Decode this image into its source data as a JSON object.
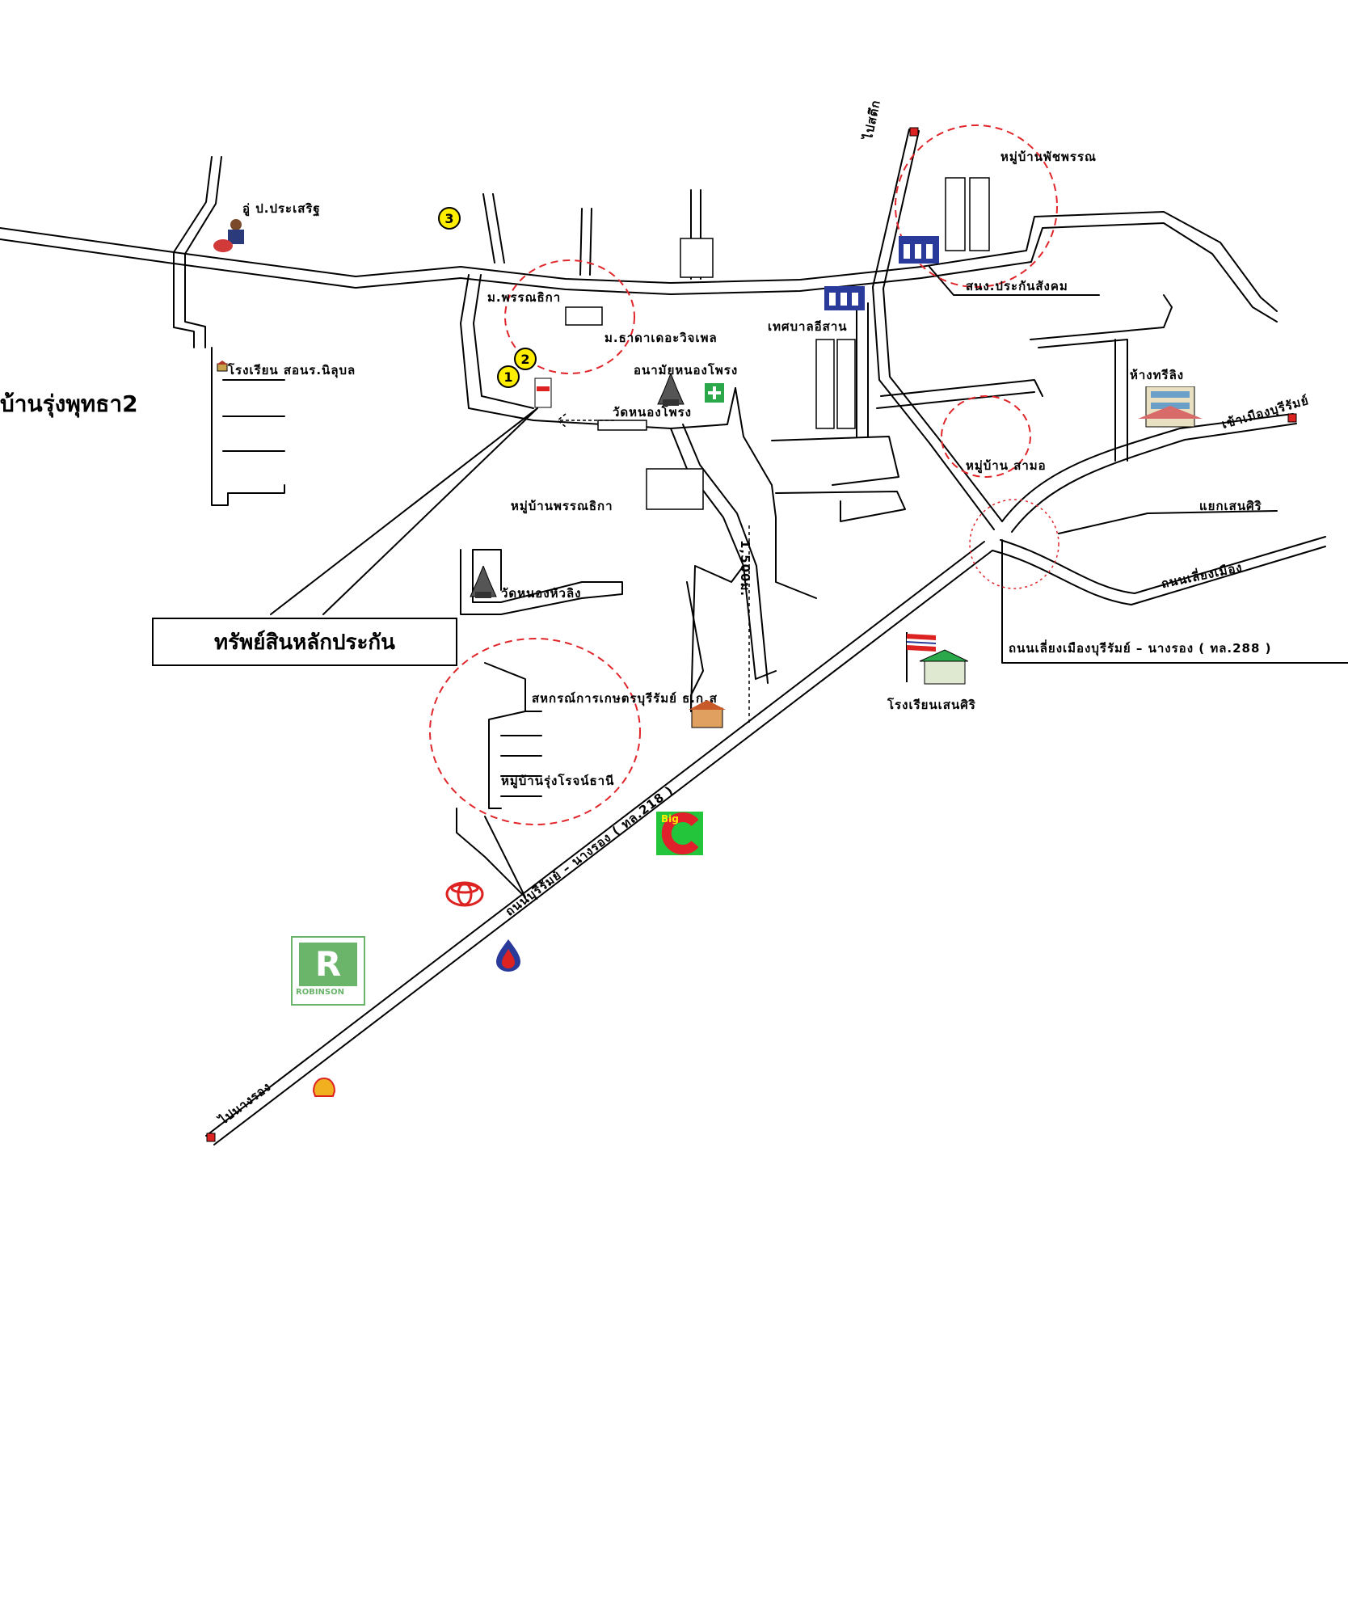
{
  "labels": {
    "village_rungphuttha": "ู่บ้านรุ่งพุทธา2",
    "garage": "อู่ ป.ประเสริฐ",
    "school_nilubon": "โรงเรียน สอนร.นิลุบล",
    "m_pornsirika": "ม.พรรณธิกา",
    "m_thara": "ม.ธาดาเดอะวิจเพล",
    "health_center": "อนามัยหนองโพรง",
    "wat_nongphrong": "วัดหนองโพรง",
    "village_pornsirika": "หมู่บ้านพรรณธิกา",
    "wat_nonghualing": "วัดหนองหัวลิง",
    "municipality": "เทศบาลอีสาน",
    "social_security": "สนง.ประกันสังคม",
    "village_patcharaporn": "หมู่บ้านพัชพรรณ",
    "village_samor": "หมู่บ้าน สามอ",
    "store": "ห้างทรีลิง",
    "to_town": "เข้าเมืองบุรีรัมย์",
    "to_satuek": "ไปสตึก",
    "junction": "แยกเสนศิริ",
    "bypass": "ถนนเลี่ยงเมือง",
    "road_288": "ถนนเลี่ยงเมืองบุรีรัมย์ – นางรอง ( ทล.288 )",
    "school_sensiri": "โรงเรียนเสนศิริ",
    "asset": "ทรัพย์สินหลักประกัน",
    "coop": "สหกรณ์การเกษตรบุรีรัมย์ ธ.ก.ส",
    "village_rungrot": "หมู่บ้านรุ่งโรจน์ธานี",
    "road_218": "ถนนบุรีรัมย์ – นางรอง ( ทล.218 )",
    "distance": "1,500ม.",
    "to_nangrong": "ไปนางรอง",
    "bigc": "Big",
    "robinson": "ROBINSON"
  },
  "markers": [
    "1",
    "2",
    "3"
  ],
  "colors": {
    "circle": "#e0262b",
    "road": "#000000",
    "bigc_bg": "#23c53b",
    "bigc_fg": "#e0202b",
    "robinson": "#6bb56b",
    "marker": "#ffee00"
  }
}
